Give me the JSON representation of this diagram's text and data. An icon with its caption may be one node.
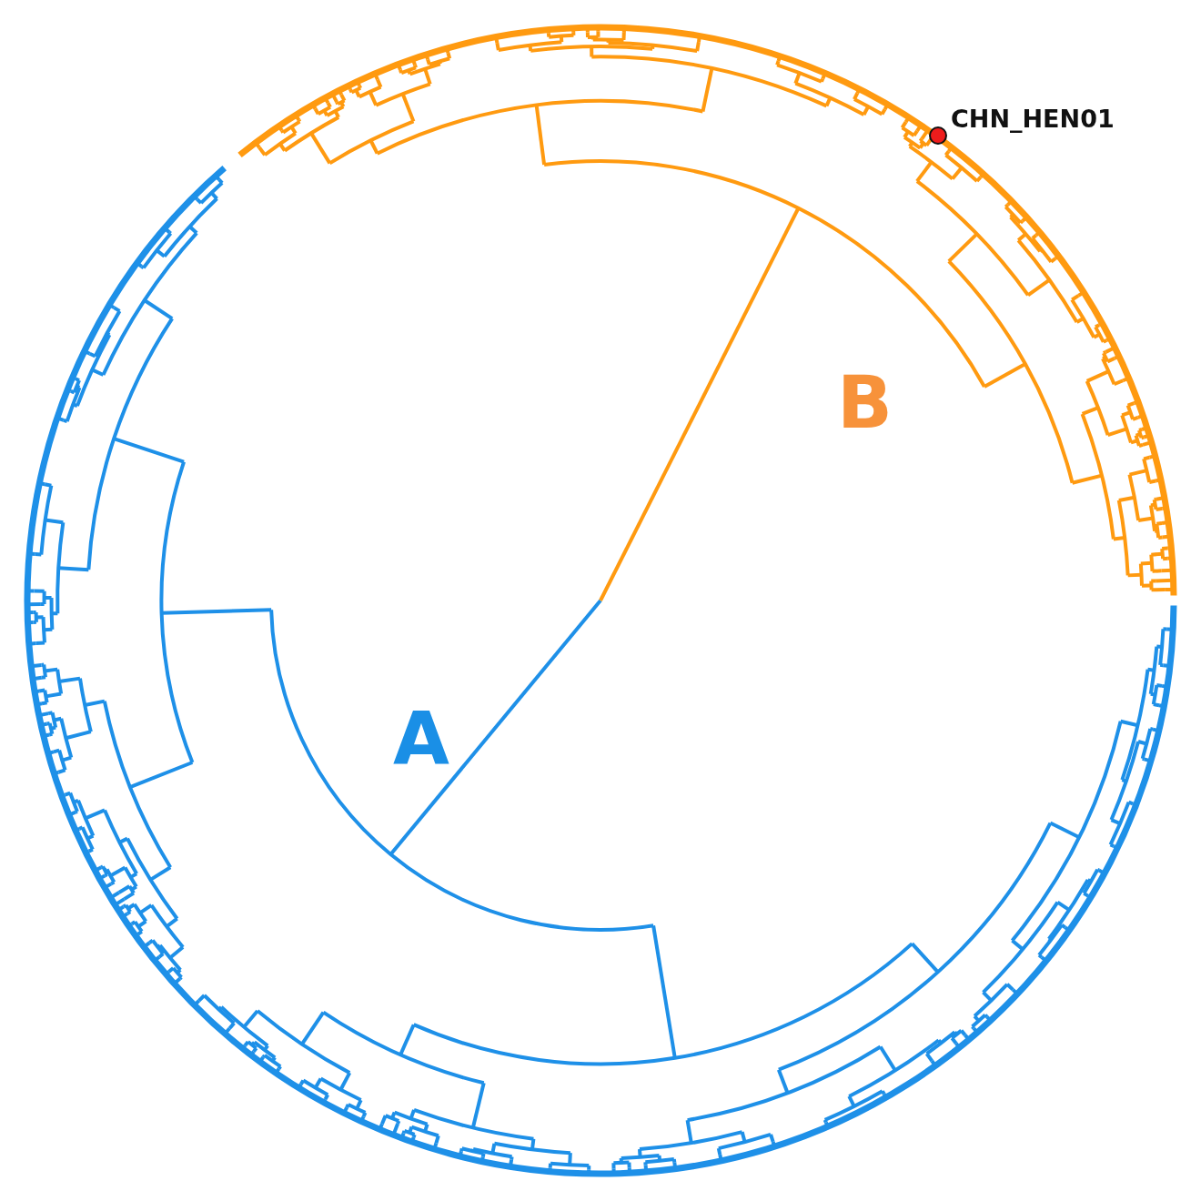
{
  "diagram": {
    "labels": [
      "CHN_HEN01",
      "B",
      "A"
    ]
  }
}
